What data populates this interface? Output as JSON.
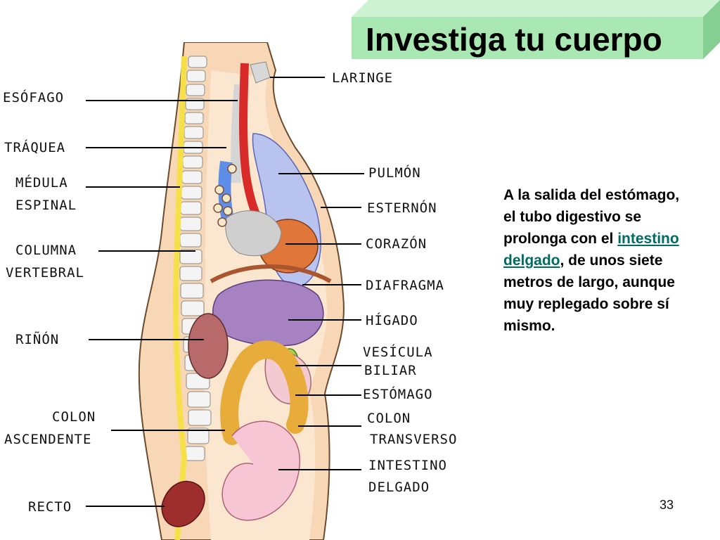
{
  "slide": {
    "title": "Investiga tu cuerpo",
    "page_number": "33"
  },
  "colors": {
    "title_box_front": "#a9e8b3",
    "title_box_top": "#cdf3d3",
    "title_box_side": "#86cf92",
    "link": "#006a64"
  },
  "description": {
    "before": "A la salida del estómago, el tubo digestivo se prolonga con el ",
    "link": "intestino delgado",
    "after": ", de unos siete metros de largo, aunque muy replegado sobre sí mismo."
  },
  "labels_left": {
    "esofago": "ESÓFAGO",
    "traquea": "TRÁQUEA",
    "medula_1": "MÉDULA",
    "medula_2": "ESPINAL",
    "columna_1": "COLUMNA",
    "columna_2": "VERTEBRAL",
    "rinon": "RIÑÓN",
    "colon_asc_1": "COLON",
    "colon_asc_2": "ASCENDENTE",
    "recto": "RECTO"
  },
  "labels_right": {
    "laringe": "LARINGE",
    "pulmon": "PULMÓN",
    "esternon": "ESTERNÓN",
    "corazon": "CORAZÓN",
    "diafragma": "DIAFRAGMA",
    "higado": "HÍGADO",
    "vesicula_1": "VESÍCULA",
    "vesicula_2": "BILIAR",
    "estomago": "ESTÓMAGO",
    "colon_trans_1": "COLON",
    "colon_trans_2": "TRANSVERSO",
    "intestino_1": "INTESTINO",
    "intestino_2": "DELGADO"
  }
}
